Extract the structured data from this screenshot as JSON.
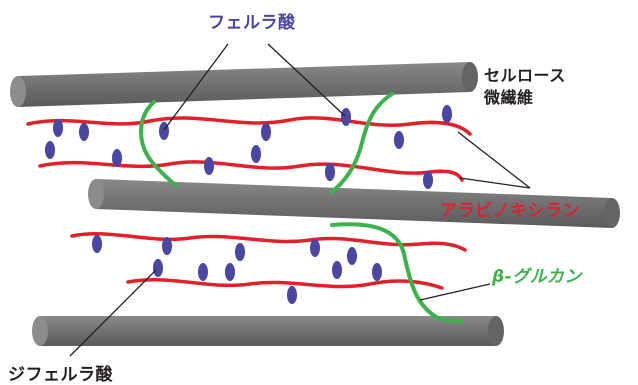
{
  "labels": {
    "ferulic_acid": "フェルラ酸",
    "cellulose_line1": "セルロース",
    "cellulose_line2": "微繊維",
    "arabinoxylan": "アラビノキシラン",
    "beta_glucan": "β-グルカン",
    "diferulic_acid": "ジフェルラ酸"
  },
  "colors": {
    "ferulic": "#4a46a3",
    "arabinoxylan": "#e3202a",
    "glucan": "#3bb34a",
    "cellulose": "#6e6e70",
    "text": "#231f20"
  }
}
